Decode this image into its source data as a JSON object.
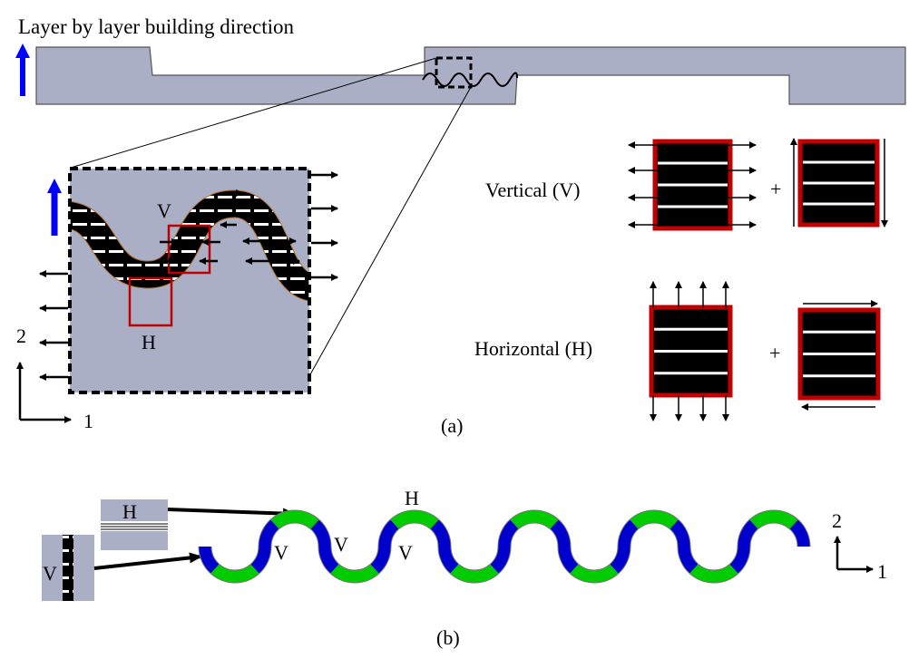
{
  "title": "Layer by layer building direction",
  "panel_a": {
    "caption": "(a)",
    "inset_labels": {
      "v": "V",
      "h": "H"
    },
    "axes": {
      "y": "2",
      "x": "1"
    },
    "vertical_label": "Vertical (V)",
    "horizontal_label": "Horizontal (H)",
    "plus": "+"
  },
  "panel_b": {
    "caption": "(b)",
    "h_label": "H",
    "v_label": "V",
    "wave_labels": [
      "H",
      "V",
      "V",
      "V"
    ],
    "axes": {
      "y": "2",
      "x": "1"
    }
  },
  "colors": {
    "part": "#abafc6",
    "arrow_blue": "#0000ff",
    "red_box": "#c00000",
    "wave_green": "#00cc00",
    "wave_blue": "#0000cc"
  }
}
